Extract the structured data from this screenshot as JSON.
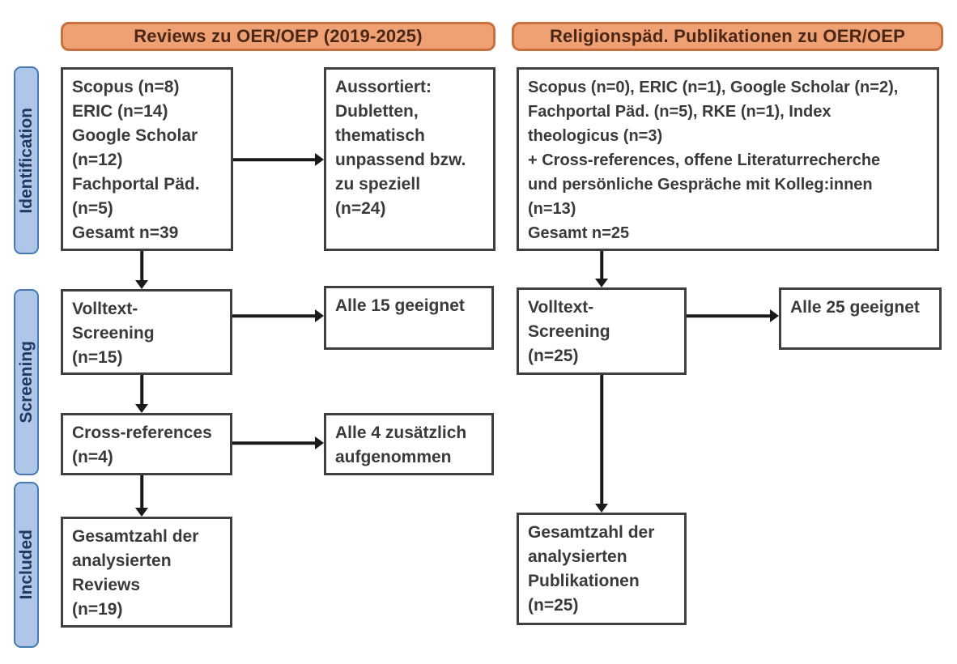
{
  "colors": {
    "header_fill": "#F0A173",
    "header_border": "#C8703E",
    "header_text": "#4A2617",
    "stage_fill": "#AEC6E8",
    "stage_border": "#4679B2",
    "stage_text": "#1F3864",
    "box_border": "#3F3F3F",
    "box_text": "#3A3A3A",
    "arrow": "#1A1A1A",
    "bg": "#FFFFFF"
  },
  "column_headers": {
    "left": "Reviews zu OER/OEP (2019-2025)",
    "right": "Religionspäd. Publikationen zu OER/OEP"
  },
  "stage_labels": {
    "identification": "Identification",
    "screening": "Screening",
    "included": "Included"
  },
  "left_flow": {
    "sources": "Scopus (n=8)\nERIC (n=14)\nGoogle Scholar\n(n=12)\nFachportal Päd.\n(n=5)\nGesamt n=39",
    "excluded": "Aussortiert:\nDubletten,\nthematisch\nunpassend bzw.\nzu speziell\n(n=24)",
    "fulltext": "Volltext-\nScreening\n(n=15)",
    "fulltext_result": "Alle 15 geeignet",
    "crossref": "Cross-references\n(n=4)",
    "crossref_result": "Alle 4 zusätzlich\naufgenommen",
    "included_total": "Gesamtzahl der\nanalysierten\nReviews\n(n=19)"
  },
  "right_flow": {
    "sources": "Scopus (n=0), ERIC (n=1), Google Scholar (n=2),\nFachportal Päd. (n=5), RKE (n=1), Index\ntheologicus (n=3)\n+ Cross-references, offene Literaturrecherche\nund persönliche Gespräche mit Kolleg:innen\n(n=13)\nGesamt n=25",
    "fulltext": "Volltext-\nScreening\n(n=25)",
    "fulltext_result": "Alle 25 geeignet",
    "included_total": "Gesamtzahl der\nanalysierten\nPublikationen\n(n=25)"
  }
}
